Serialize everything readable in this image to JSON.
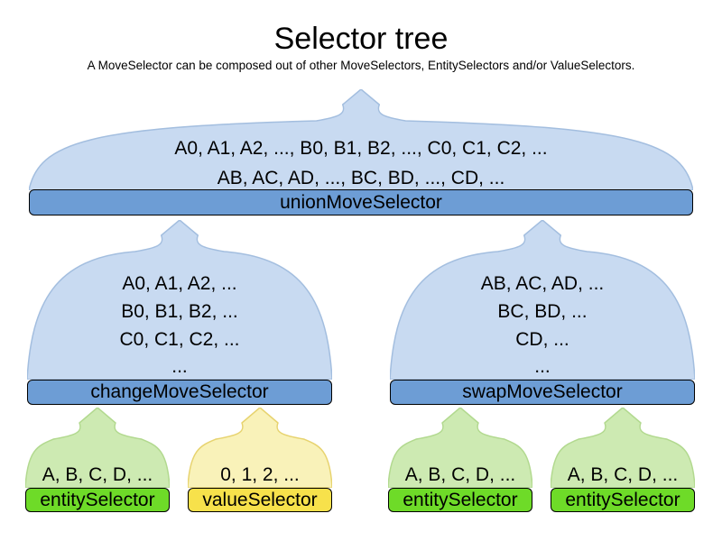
{
  "title": "Selector tree",
  "subtitle": "A MoveSelector can be composed out of other MoveSelectors, EntitySelectors and/or ValueSelectors.",
  "colors": {
    "blue_fill": "#c8daf1",
    "blue_stroke": "#a3bedf",
    "blue_bar": "#6d9dd5",
    "green_fill": "#cdeab2",
    "green_stroke": "#b2d98f",
    "green_bar": "#6edb28",
    "yellow_fill": "#f9f2b9",
    "yellow_stroke": "#e7d36f",
    "yellow_bar": "#f7e14b"
  },
  "tree": {
    "union": {
      "label": "unionMoveSelector",
      "line1": "A0, A1, A2, ..., B0, B1, B2, ..., C0, C1, C2, ...",
      "line2": "AB, AC, AD, ..., BC, BD, ..., CD, ..."
    },
    "change": {
      "label": "changeMoveSelector",
      "line1": "A0, A1, A2, ...",
      "line2": "B0, B1, B2, ...",
      "line3": "C0, C1, C2, ...",
      "line4": "..."
    },
    "swap": {
      "label": "swapMoveSelector",
      "line1": "AB, AC, AD, ...",
      "line2": "BC, BD, ...",
      "line3": "CD, ...",
      "line4": "..."
    },
    "entity1": {
      "label": "entitySelector",
      "line1": "A, B, C, D, ..."
    },
    "value1": {
      "label": "valueSelector",
      "line1": "0, 1, 2, ..."
    },
    "entity2": {
      "label": "entitySelector",
      "line1": "A, B, C, D, ..."
    },
    "entity3": {
      "label": "entitySelector",
      "line1": "A, B, C, D, ..."
    }
  }
}
